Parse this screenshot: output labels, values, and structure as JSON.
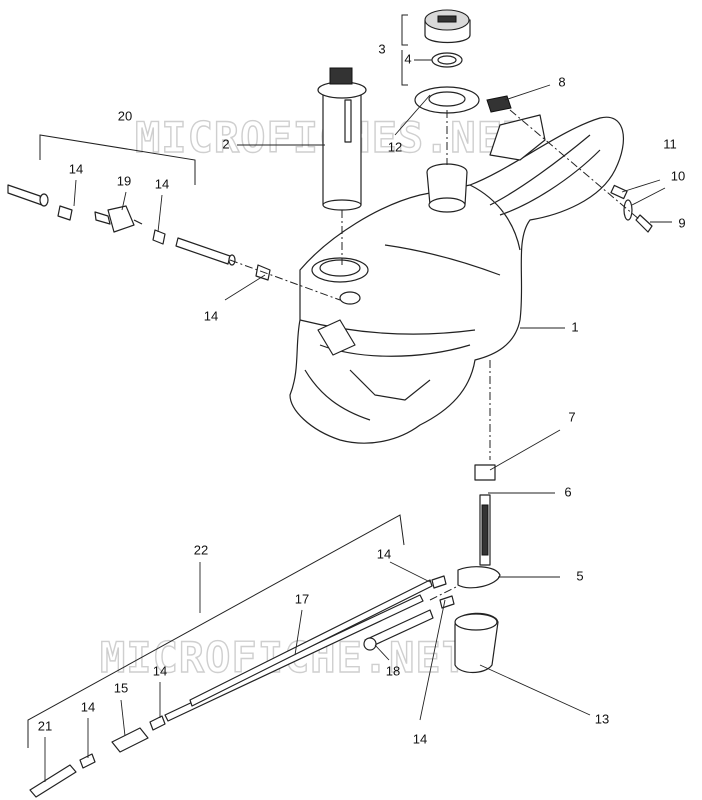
{
  "watermarks": [
    "MICROFICHES.NET",
    "MICROFICHE.NET"
  ],
  "callouts": {
    "c1": "1",
    "c2": "2",
    "c3": "3",
    "c4": "4",
    "c5": "5",
    "c6": "6",
    "c7": "7",
    "c8": "8",
    "c9": "9",
    "c10": "10",
    "c11": "11",
    "c12": "12",
    "c13": "13",
    "c14a": "14",
    "c14b": "14",
    "c14c": "14",
    "c14d": "14",
    "c14e": "14",
    "c14f": "14",
    "c14g": "14",
    "c15": "15",
    "c17": "17",
    "c18": "18",
    "c19": "19",
    "c20": "20",
    "c21": "21",
    "c22": "22"
  }
}
